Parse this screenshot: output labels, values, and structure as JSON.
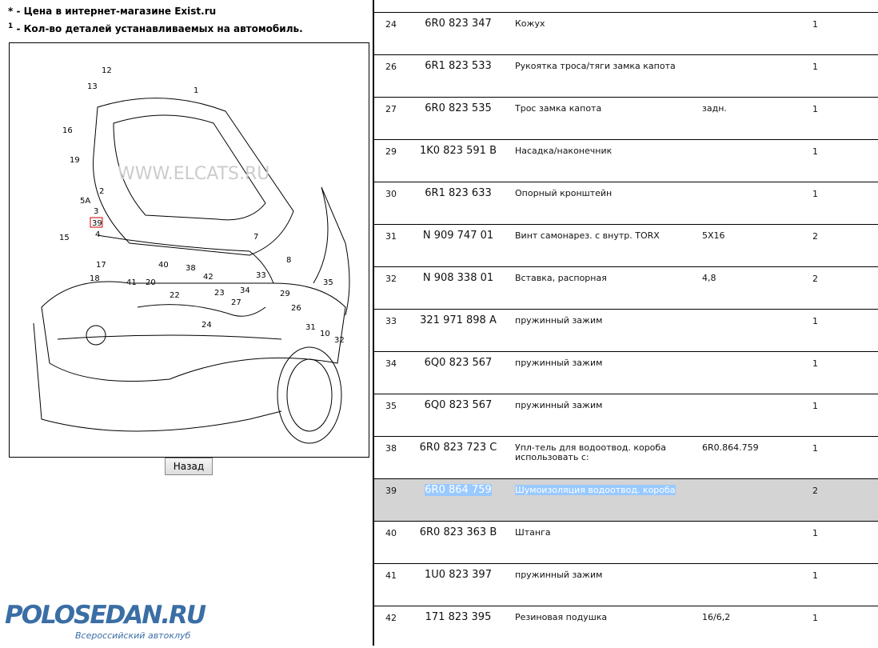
{
  "notes": {
    "price": "* - Цена в интернет-магазине Exist.ru",
    "qty_sup": "1",
    "qty": " - Кол-во деталей устанавливаемых на автомобиль."
  },
  "diagram": {
    "watermark": "WWW.ELCATS.RU",
    "highlighted_label": "39",
    "labels": [
      "12",
      "13",
      "1",
      "16",
      "19",
      "2",
      "5A",
      "3",
      "39",
      "4",
      "15",
      "7",
      "17",
      "40",
      "38",
      "33",
      "41",
      "20",
      "42",
      "23",
      "34",
      "35",
      "18",
      "22",
      "27",
      "29",
      "26",
      "24",
      "31",
      "10",
      "32",
      "8"
    ]
  },
  "back_button": "Назад",
  "rows": [
    {
      "pos": "24",
      "part": "6R0 823 347",
      "desc": "Кожух",
      "note": "",
      "qty": "1"
    },
    {
      "pos": "26",
      "part": "6R1 823 533",
      "desc": "Рукоятка троса/тяги замка капота",
      "note": "",
      "qty": "1"
    },
    {
      "pos": "27",
      "part": "6R0 823 535",
      "desc": "Трос замка капота",
      "note": "задн.",
      "qty": "1"
    },
    {
      "pos": "29",
      "part": "1K0 823 591 B",
      "desc": "Насадка/наконечник",
      "note": "",
      "qty": "1"
    },
    {
      "pos": "30",
      "part": "6R1 823 633",
      "desc": "Опорный кронштейн",
      "note": "",
      "qty": "1"
    },
    {
      "pos": "31",
      "part": "N 909 747 01",
      "desc": "Винт самонарез. с внутр. TORX",
      "note": "5X16",
      "qty": "2"
    },
    {
      "pos": "32",
      "part": "N 908 338 01",
      "desc": "Вставка, распорная",
      "note": "4,8",
      "qty": "2"
    },
    {
      "pos": "33",
      "part": "321 971 898 A",
      "desc": "пружинный зажим",
      "note": "",
      "qty": "1"
    },
    {
      "pos": "34",
      "part": "6Q0 823 567",
      "desc": "пружинный зажим",
      "note": "",
      "qty": "1"
    },
    {
      "pos": "35",
      "part": "6Q0 823 567",
      "desc": "пружинный зажим",
      "note": "",
      "qty": "1"
    },
    {
      "pos": "38",
      "part": "6R0 823 723 C",
      "desc": "Упл-тель для водоотвод. короба",
      "desc2": "использовать с:",
      "note": "",
      "note2": "6R0.864.759",
      "qty": "1"
    },
    {
      "pos": "39",
      "part": "6R0 864 759",
      "desc": "Шумоизоляция водоотвод. короба",
      "note": "",
      "qty": "2",
      "selected": true
    },
    {
      "pos": "40",
      "part": "6R0 823 363 B",
      "desc": "Штанга",
      "note": "",
      "qty": "1"
    },
    {
      "pos": "41",
      "part": "1U0 823 397",
      "desc": "пружинный зажим",
      "note": "",
      "qty": "1"
    },
    {
      "pos": "42",
      "part": "171 823 395",
      "desc": "Резиновая подушка",
      "note": "16/6,2",
      "qty": "1"
    }
  ],
  "logo": {
    "title": "POLOSEDAN.RU",
    "subtitle": "Всероссийский автоклуб"
  }
}
